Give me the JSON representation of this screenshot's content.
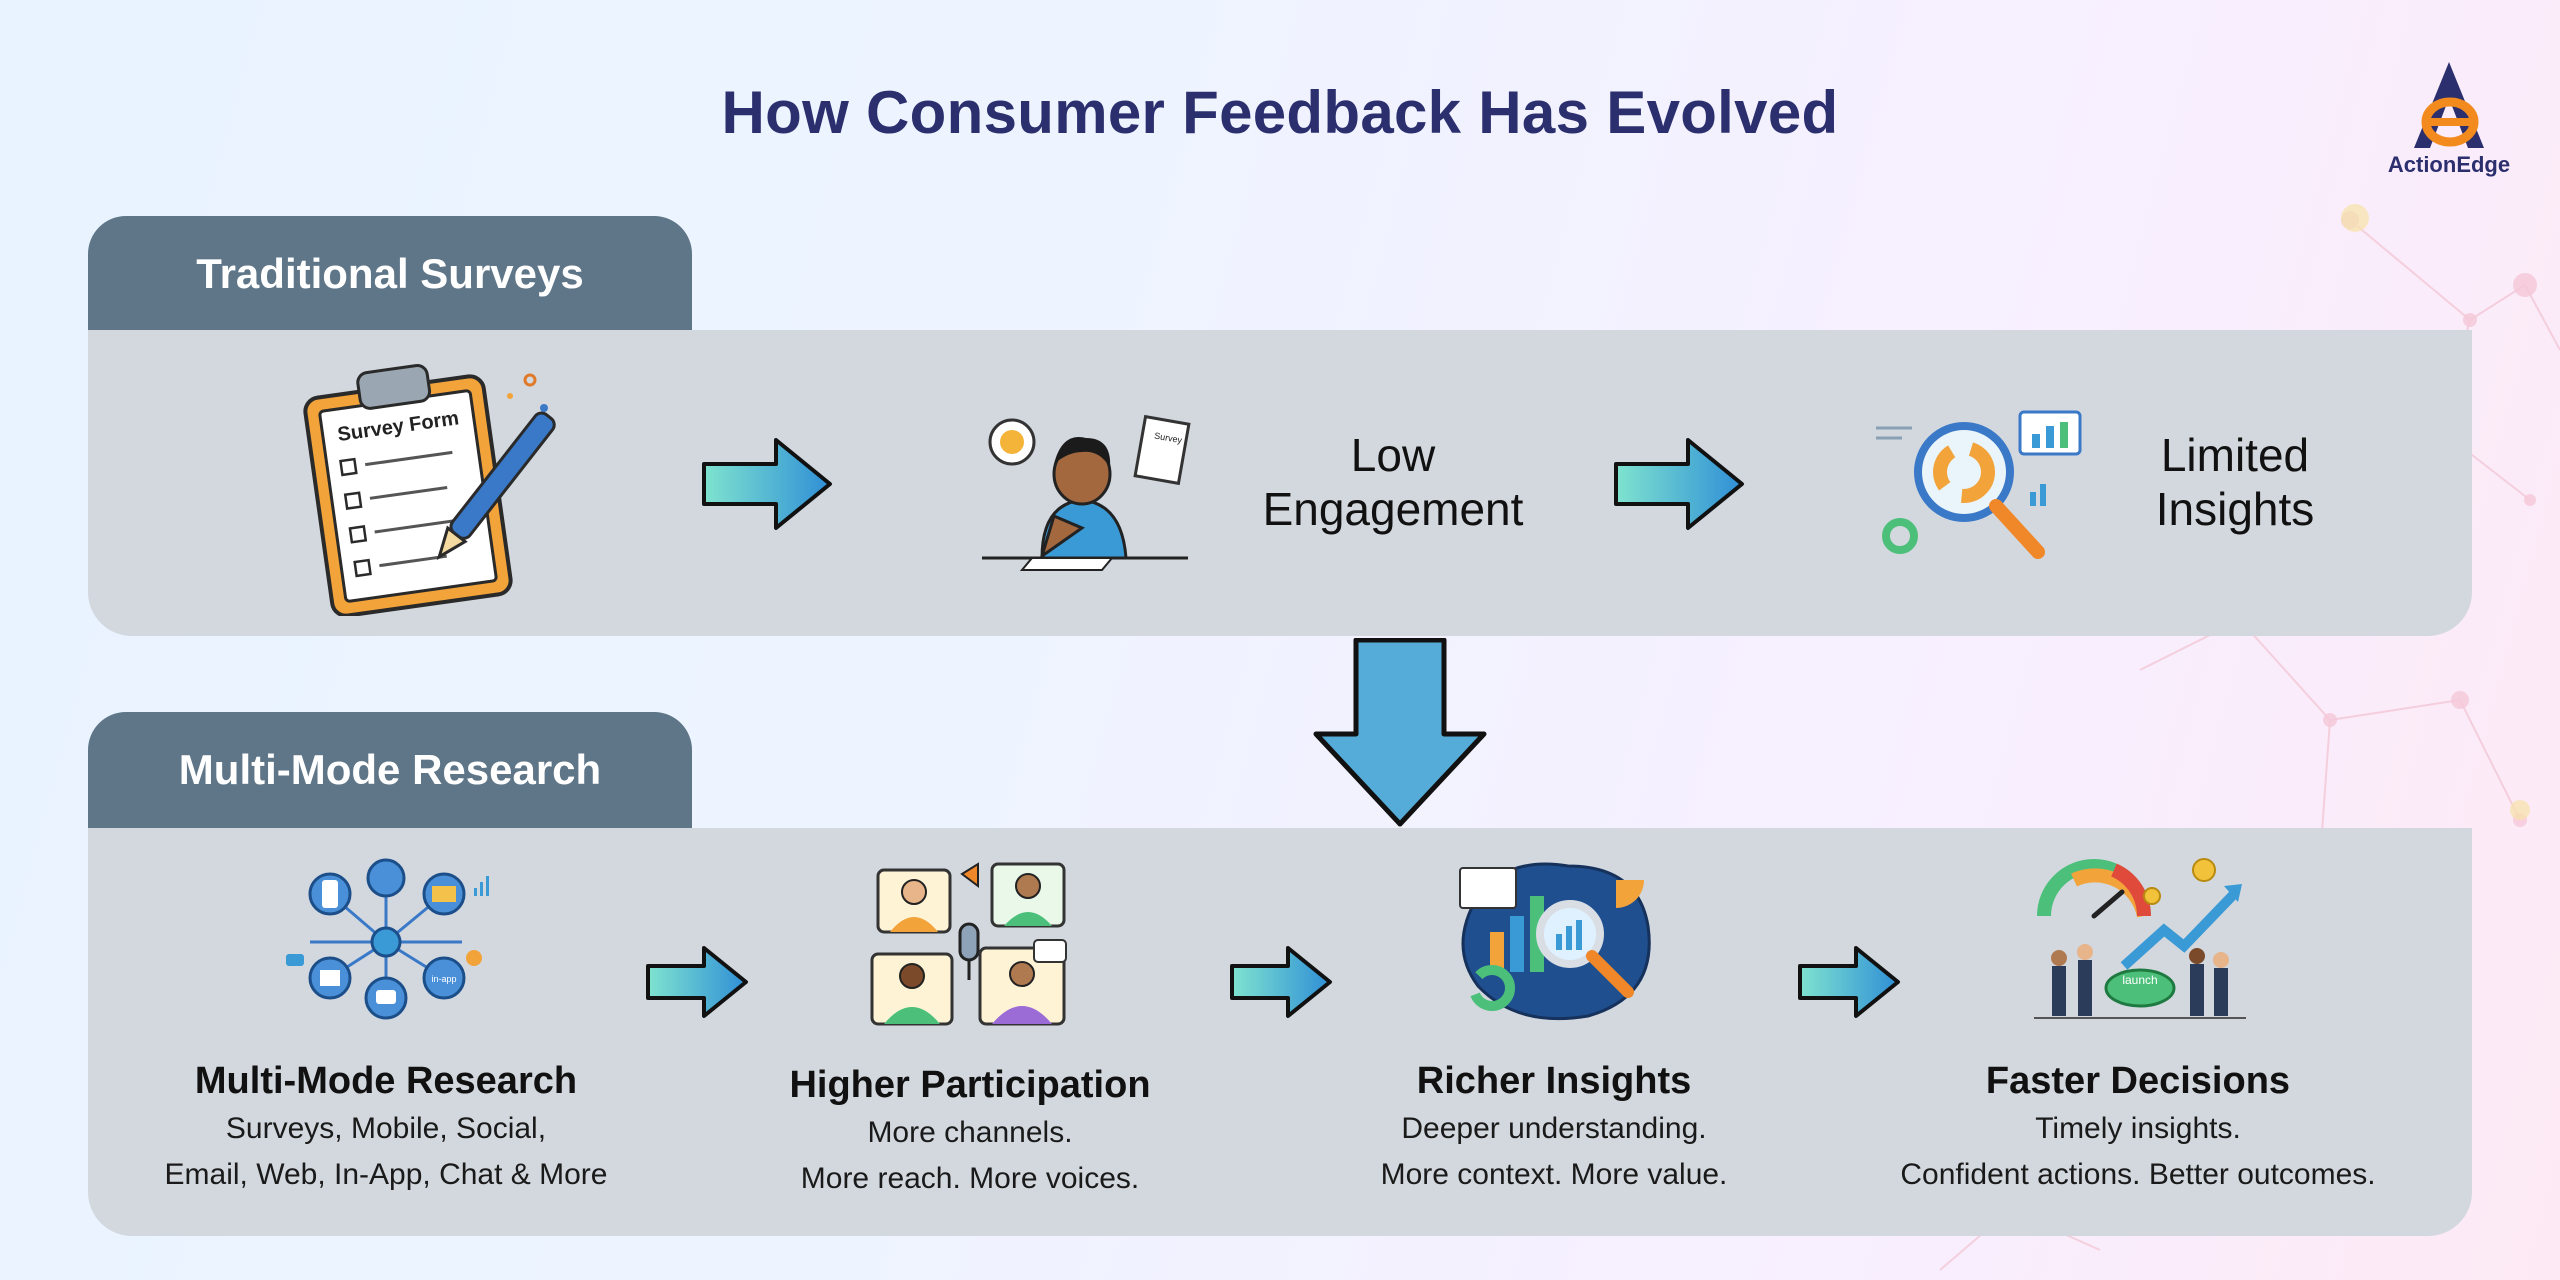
{
  "title": "How Consumer Feedback Has Evolved",
  "logo": {
    "text": "ActionEdge",
    "brand_color": "#2b2f6e",
    "accent": "#f28a1e"
  },
  "traditional": {
    "tab_label": "Traditional Surveys",
    "form_label": "Survey Form",
    "paper_label": "Survey",
    "low_engagement": [
      "Low",
      "Engagement"
    ],
    "limited_insights": [
      "Limited",
      "Insights"
    ]
  },
  "multi": {
    "tab_label": "Multi-Mode Research",
    "inapp_label": "in-app",
    "launch_label": "launch",
    "steps": [
      {
        "title": "Multi-Mode Research",
        "desc": [
          "Surveys, Mobile, Social,",
          "Email, Web, In-App, Chat & More"
        ]
      },
      {
        "title": "Higher Participation",
        "desc": [
          "More channels.",
          "More reach. More voices."
        ]
      },
      {
        "title": "Richer Insights",
        "desc": [
          "Deeper understanding.",
          "More context. More value."
        ]
      },
      {
        "title": "Faster Decisions",
        "desc": [
          "Timely insights.",
          "Confident actions. Better outcomes."
        ]
      }
    ]
  },
  "colors": {
    "tab": "#5f7688",
    "panel": "#d2d8de",
    "arrow_start": "#7fe3cf",
    "arrow_end": "#2f8fd6",
    "down_arrow": "#56acd8"
  }
}
